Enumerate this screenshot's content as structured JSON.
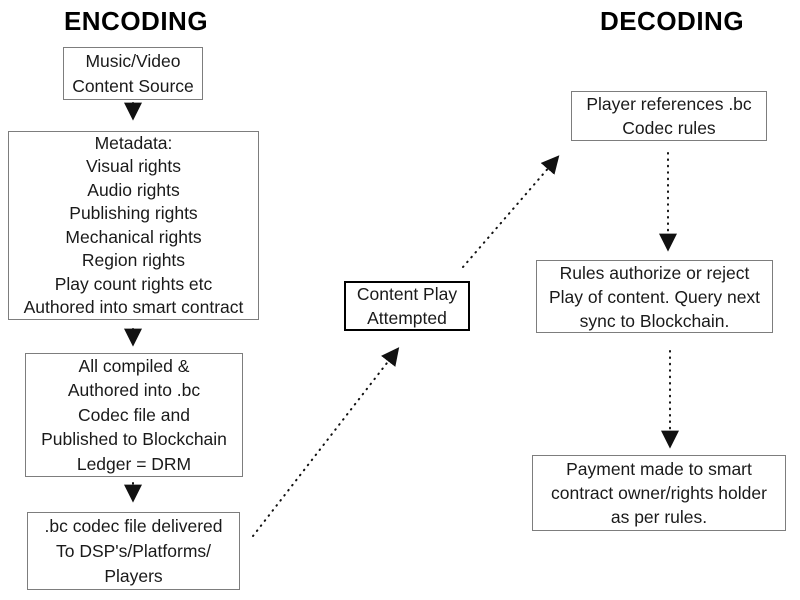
{
  "diagram": {
    "encoding": {
      "title": "ENCODING",
      "source_box": "Music/Video\nContent Source",
      "metadata_box": "Metadata:\nVisual rights\nAudio rights\nPublishing rights\nMechanical rights\nRegion rights\nPlay count rights etc\nAuthored into smart contract",
      "compiled_box": "All compiled &\nAuthored into .bc\nCodec file and\nPublished to Blockchain\nLedger = DRM",
      "delivered_box": ".bc codec file delivered\nTo DSP's/Platforms/\nPlayers"
    },
    "center": {
      "content_play_box": "Content Play\nAttempted"
    },
    "decoding": {
      "title": "DECODING",
      "player_box": "Player references .bc\nCodec rules",
      "rules_box": "Rules authorize or reject\nPlay of content. Query next\nsync to Blockchain.",
      "payment_box": "Payment made to smart\ncontract owner/rights holder\nas per rules."
    },
    "colors": {
      "background": "#ffffff",
      "box_border": "#7d7d7d",
      "emphasis_border": "#000000",
      "text": "#1a1a1a",
      "arrow": "#111111"
    }
  }
}
